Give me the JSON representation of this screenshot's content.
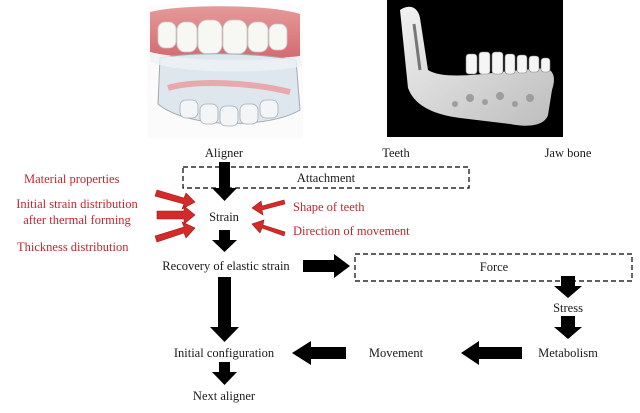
{
  "images": {
    "aligner": {
      "name": "aligner-on-teeth-illustration"
    },
    "jaw": {
      "name": "jaw-bone-ct-scan"
    }
  },
  "captions": {
    "aligner": "Aligner",
    "teeth": "Teeth",
    "jaw_bone": "Jaw bone"
  },
  "factors_left": {
    "material": "Material properties",
    "initial_strain_line1": "Initial strain distribution",
    "initial_strain_line2": "after thermal forming",
    "thickness": "Thickness distribution"
  },
  "factors_right": {
    "shape": "Shape of teeth",
    "direction": "Direction of movement"
  },
  "nodes": {
    "attachment": "Attachment",
    "strain": "Strain",
    "recovery": "Recovery of elastic strain",
    "force": "Force",
    "stress": "Stress",
    "metabolism": "Metabolism",
    "movement": "Movement",
    "initial_configuration": "Initial configuration",
    "next_aligner": "Next aligner"
  },
  "colors": {
    "factor_text": "#c0282d",
    "factor_arrow": "#d42a2a",
    "flow_arrow": "#000000",
    "text": "#1a1a1a"
  }
}
